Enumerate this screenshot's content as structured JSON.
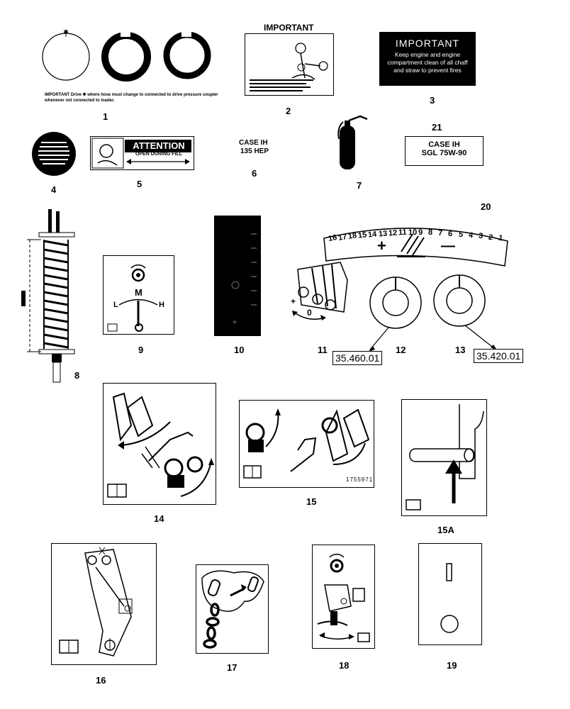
{
  "labels": {
    "d1": "1",
    "d2": "2",
    "d3": "3",
    "d4": "4",
    "d5": "5",
    "d6": "6",
    "d7": "7",
    "d8": "8",
    "d9": "9",
    "d10": "10",
    "d11": "11",
    "d12": "12",
    "d13": "13",
    "d14": "14",
    "d15": "15",
    "d15a": "15A",
    "d16": "16",
    "d17": "17",
    "d18": "18",
    "d19": "19",
    "d20": "20",
    "d21": "21"
  },
  "decal1": {
    "text": "IMPORTANT Drive ✱ where hose must change to connected to drive pressure coupler whenever not connected to loader."
  },
  "decal2": {
    "title": "IMPORTANT"
  },
  "decal3": {
    "title": "IMPORTANT",
    "body": "Keep engine and engine compartment clean of all chaff and straw to prevent fires"
  },
  "decal5": {
    "title": "ATTENTION",
    "sub": "OPEN DURING FILL"
  },
  "decal6": {
    "line1": "CASE IH",
    "line2": "135 HEP"
  },
  "decal21": {
    "line1": "CASE IH",
    "line2": "SGL 75W-90"
  },
  "decal9": {
    "m": "M",
    "l": "L",
    "h": "H"
  },
  "decal11": {
    "plus": "+",
    "zero": "0"
  },
  "decal20": {
    "scale": [
      "16",
      "17",
      "18",
      "15",
      "14",
      "13",
      "12",
      "11",
      "10",
      "9",
      "8",
      "7",
      "6",
      "5",
      "4",
      "3",
      "2",
      "1"
    ],
    "plus": "+",
    "minus": "—"
  },
  "part12": "35.460.01",
  "part13": "35.420.01",
  "decal15": {
    "code": "1755971"
  }
}
